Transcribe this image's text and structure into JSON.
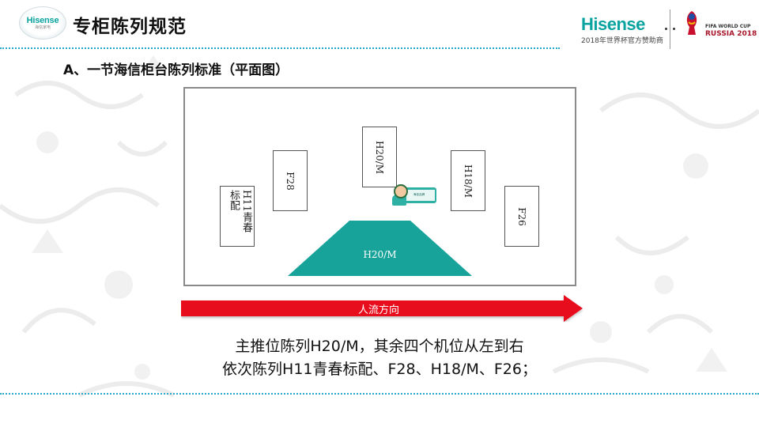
{
  "header": {
    "logo_brand": "Hisense",
    "logo_sub": "海信家电",
    "title": "专柜陈列规范"
  },
  "sponsor": {
    "brand": "Hisense",
    "tagline": "2018年世界杯官方赞助商",
    "event_line1": "FIFA WORLD CUP",
    "event_line2": "RUSSIA 2018"
  },
  "section": {
    "heading": "A、一节海信柜台陈列标准（平面图）"
  },
  "floorplan": {
    "units": [
      {
        "id": "h11",
        "label": "H11青春标配"
      },
      {
        "id": "f28",
        "label": "F28"
      },
      {
        "id": "h20-top",
        "label": "H20/M"
      },
      {
        "id": "h18",
        "label": "H18/M"
      },
      {
        "id": "f26",
        "label": "F26"
      }
    ],
    "main_stand": {
      "label": "H20/M",
      "color": "#17a39a"
    },
    "promoter_card": "海信品牌"
  },
  "flow": {
    "label": "人流方向",
    "color": "#e8111b"
  },
  "description": {
    "line1": "主推位陈列H20/M，其余四个机位从左到右",
    "line2": "依次陈列H11青春标配、F28、H18/M、F26；"
  },
  "colors": {
    "accent": "#29a8c6",
    "brand": "#0aa3a0"
  }
}
